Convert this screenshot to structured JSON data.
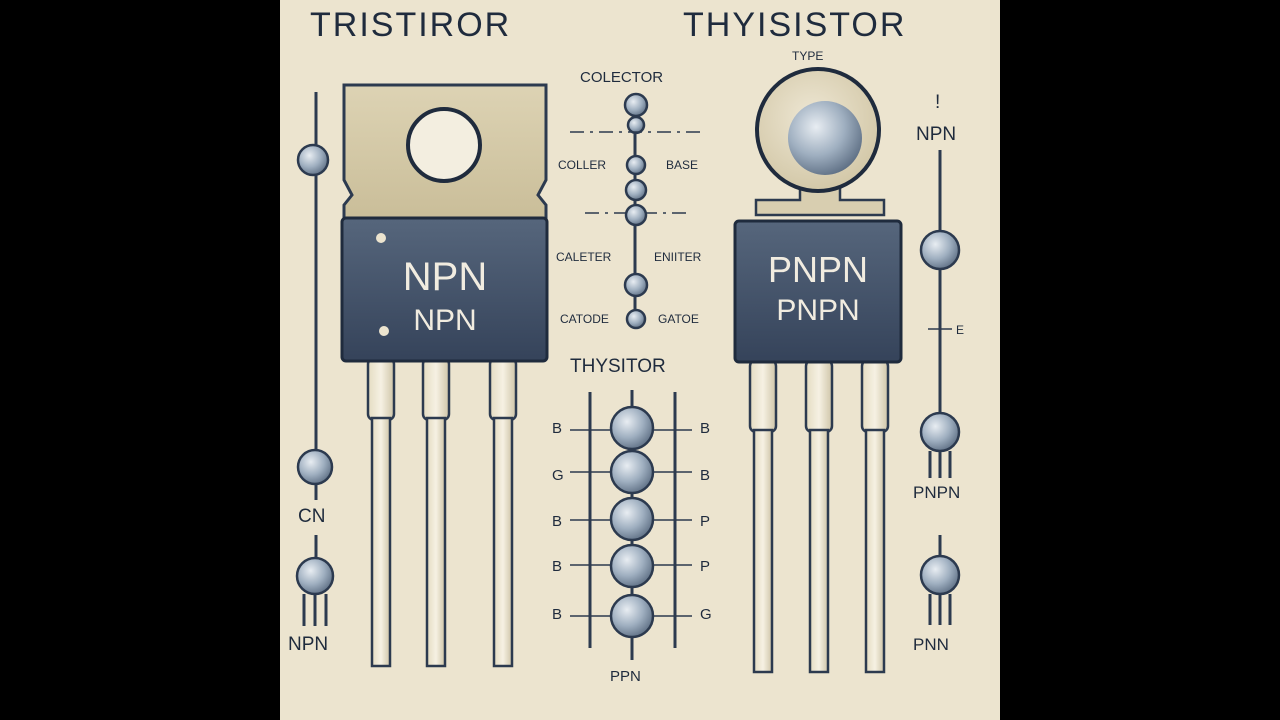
{
  "titles": {
    "left": "TRISTIROR",
    "right": "THYISISTOR",
    "right_sub": "TYPE"
  },
  "left_device": {
    "line1": "NPN",
    "line2": "NPN"
  },
  "right_device": {
    "line1": "PNPN",
    "line2": "PNPN"
  },
  "center_top": {
    "collector": "COLECTOR",
    "coller": "COLLER",
    "base": "BASE",
    "caleter": "CALETER",
    "emitter": "ENIITER",
    "catode": "CATODE",
    "gatoe": "GATOE"
  },
  "center_bottom": {
    "title": "THYSITOR",
    "left_pins": [
      "B",
      "G",
      "B",
      "B",
      "B"
    ],
    "right_pins": [
      "B",
      "B",
      "P",
      "P",
      "G"
    ],
    "bottom": "PPN"
  },
  "left_side": {
    "cn": "CN",
    "npn": "NPN"
  },
  "right_side": {
    "mark": "!",
    "npn": "NPN",
    "e": "E",
    "pnpn": "PNPN",
    "pnn": "PNN"
  },
  "colors": {
    "ink": "#2c3a4f",
    "body": "#3e4d63",
    "background": "#ece4cf"
  }
}
